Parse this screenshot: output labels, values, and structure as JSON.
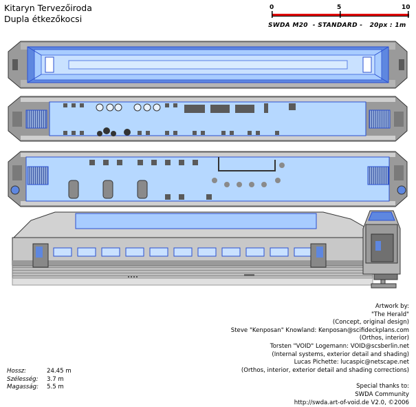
{
  "header": {
    "company": "Kitaryn Tervezőiroda",
    "vehicle": "Dupla étkezőkocsi"
  },
  "scale": {
    "ticks": [
      "0",
      "5",
      "10"
    ],
    "caption": "SWDA M20  - STANDARD -   20px : 1m"
  },
  "credits": {
    "lines": [
      "Artwork by:",
      "\"The Herald\"",
      "(Concept, original design)",
      "Steve \"Kenposan\" Knowland: Kenposan@scifideckplans.com",
      "(Orthos, interior)",
      "Torsten \"VOID\" Logemann: VOID@scsberlin.net",
      "(Internal systems, exterior detail and shading)",
      "Lucas Pichette: lucaspic@netscape.net",
      "(Orthos, interior, exterior detail and shading corrections)"
    ],
    "thanks": [
      "Special thanks to:",
      "SWDA Community",
      "http://swda.art-of-void.de V2.0, ©2006"
    ]
  },
  "specs": [
    {
      "label": "Hossz:",
      "value": "24.45 m"
    },
    {
      "label": "Szélesség:",
      "value": "3.7 m"
    },
    {
      "label": "Magasság:",
      "value": "5.5 m"
    }
  ],
  "colors": {
    "hull": "#9c9c9c",
    "hull_light": "#c8c8c8",
    "interior": "#b6d8ff",
    "accent": "#2a4fd0",
    "scale_red": "#e00000"
  }
}
